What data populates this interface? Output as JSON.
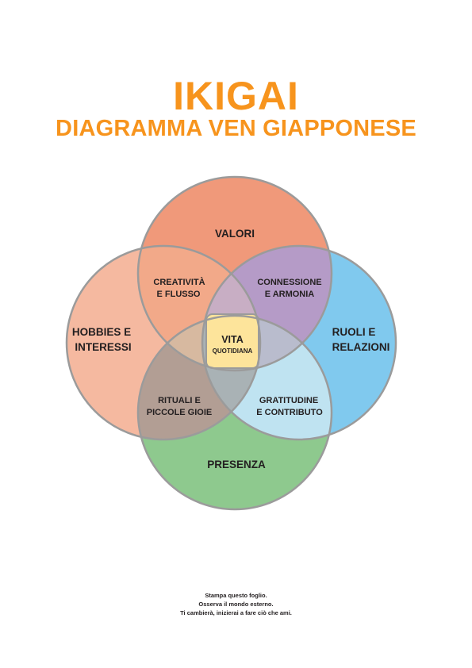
{
  "header": {
    "title": "IKIGAI",
    "subtitle": "DIAGRAMMA VEN GIAPPONESE"
  },
  "colors": {
    "title": "#f7941d",
    "valori": "#f0997a",
    "hobbies": "#f5b9a0",
    "ruoli": "#80c9ee",
    "presenza": "#8ec98e",
    "creativita": "#f2a989",
    "connessione": "#b59bc7",
    "rituali": "#b29e94",
    "gratitudine": "#bfe3f1",
    "vita": "#fde49b",
    "outline": "#9b9b9b"
  },
  "circles": {
    "valori": {
      "label": "VALORI"
    },
    "hobbies": {
      "line1": "HOBBIES E",
      "line2": "INTERESSI"
    },
    "ruoli": {
      "line1": "RUOLI E",
      "line2": "RELAZIONI"
    },
    "presenza": {
      "label": "PRESENZA"
    }
  },
  "overlaps": {
    "creativita": {
      "line1": "CREATIVITÀ",
      "line2": "E FLUSSO"
    },
    "connessione": {
      "line1": "CONNESSIONE",
      "line2": "E ARMONIA"
    },
    "rituali": {
      "line1": "RITUALI E",
      "line2": "PICCOLE GIOIE"
    },
    "gratitudine": {
      "line1": "GRATITUDINE",
      "line2": "E CONTRIBUTO"
    },
    "center": {
      "line1": "VITA",
      "line2": "QUOTIDIANA"
    }
  },
  "footer": {
    "line1": "Stampa questo foglio.",
    "line2": "Osserva il mondo esterno.",
    "line3": "Ti cambierà, inizierai a fare ciò che ami."
  }
}
